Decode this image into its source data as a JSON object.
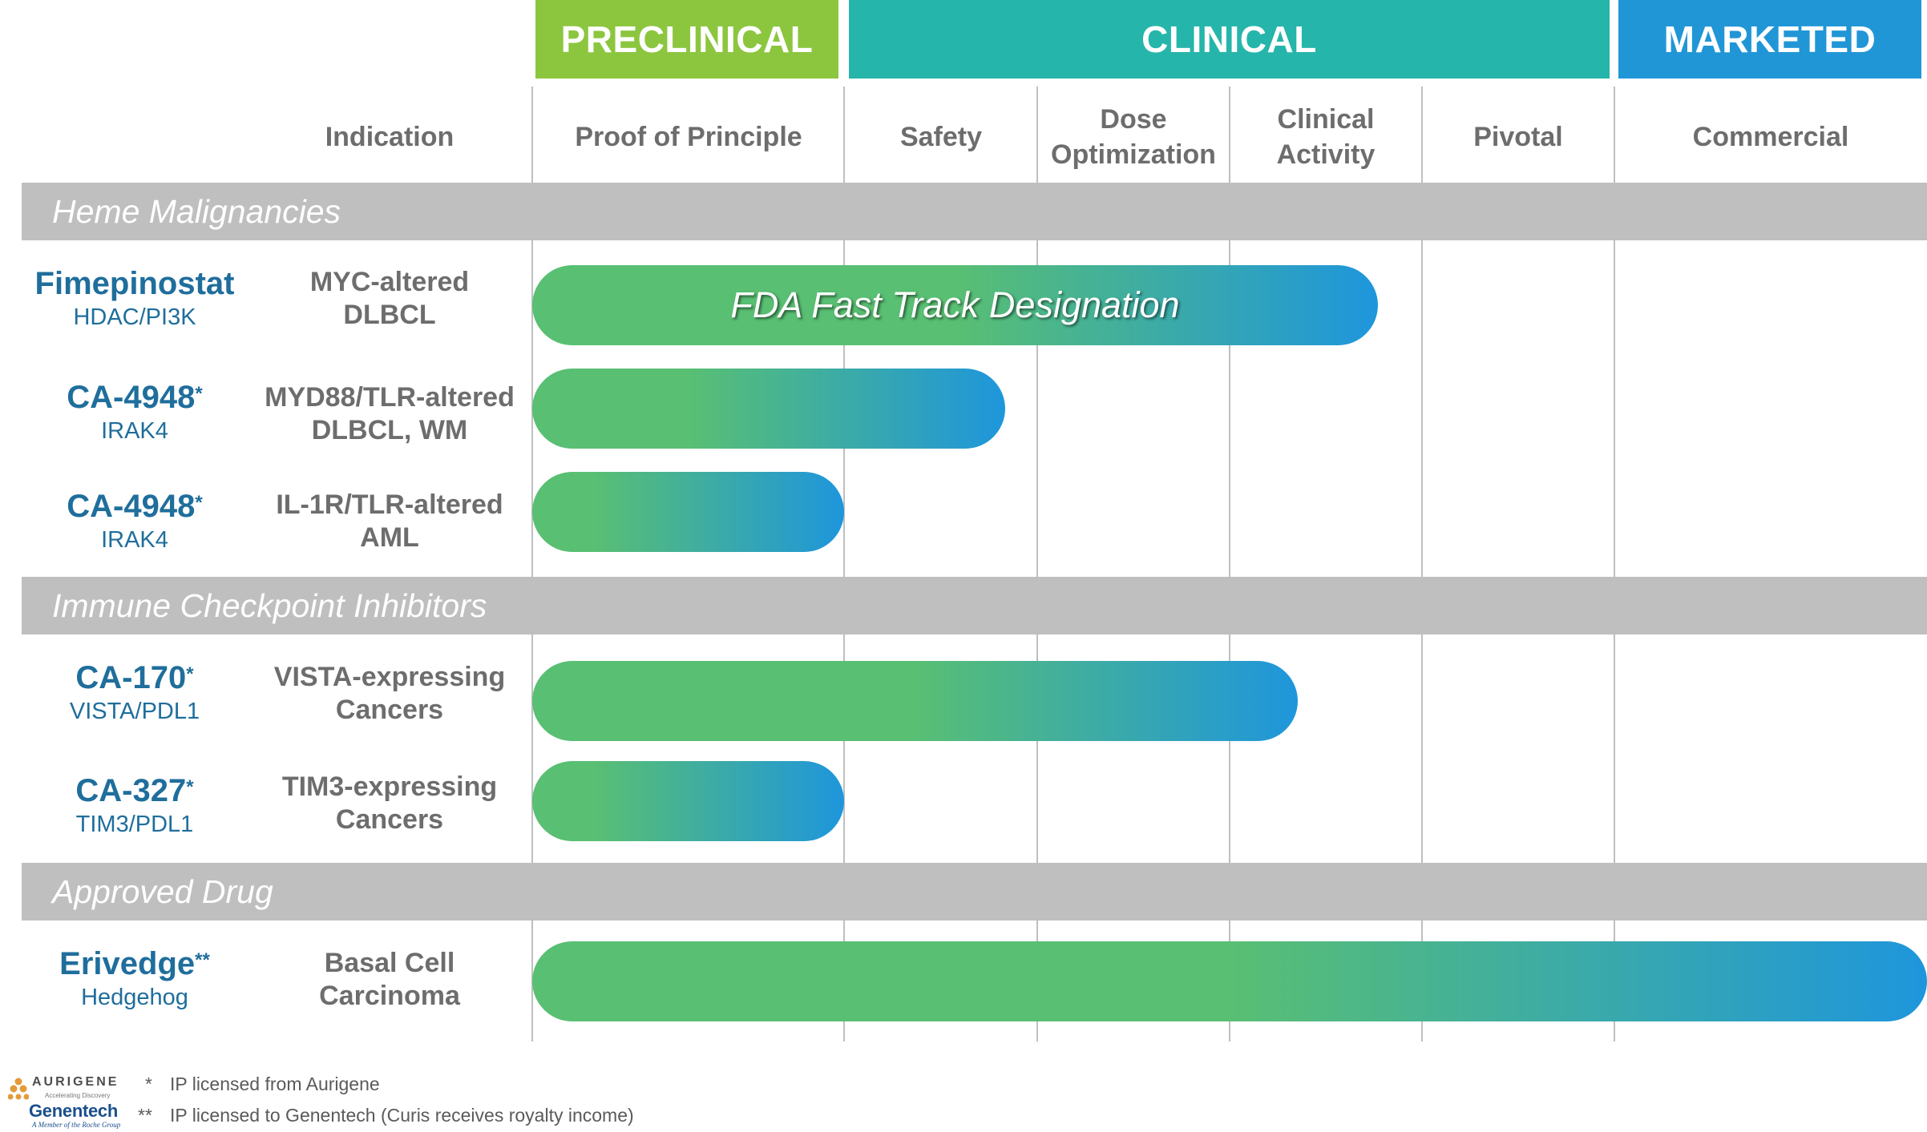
{
  "phases": {
    "preclinical": "PRECLINICAL",
    "clinical": "CLINICAL",
    "marketed": "MARKETED"
  },
  "columns": {
    "indication": "Indication",
    "proof_of_principle": "Proof of Principle",
    "safety": "Safety",
    "dose_optimization": "Dose Optimization",
    "clinical_activity": "Clinical Activity",
    "pivotal": "Pivotal",
    "commercial": "Commercial"
  },
  "categories": {
    "heme": "Heme Malignancies",
    "checkpoint": "Immune Checkpoint Inhibitors",
    "approved": "Approved Drug"
  },
  "rows": [
    {
      "name": "Fimepinostat",
      "sup": "",
      "target": "HDAC/PI3K",
      "indication_line1": "MYC-altered",
      "indication_line2": "DLBCL",
      "bar_label": "FDA Fast Track Designation"
    },
    {
      "name": "CA-4948",
      "sup": "*",
      "target": "IRAK4",
      "indication_line1": "MYD88/TLR-altered",
      "indication_line2": "DLBCL, WM",
      "bar_label": ""
    },
    {
      "name": "CA-4948",
      "sup": "*",
      "target": "IRAK4",
      "indication_line1": "IL-1R/TLR-altered",
      "indication_line2": "AML",
      "bar_label": ""
    },
    {
      "name": "CA-170",
      "sup": "*",
      "target": "VISTA/PDL1",
      "indication_line1": "VISTA-expressing",
      "indication_line2": "Cancers",
      "bar_label": ""
    },
    {
      "name": "CA-327",
      "sup": "*",
      "target": "TIM3/PDL1",
      "indication_line1": "TIM3-expressing",
      "indication_line2": "Cancers",
      "bar_label": ""
    },
    {
      "name": "Erivedge",
      "sup": "**",
      "target": "Hedgehog",
      "indication_line1": "Basal Cell",
      "indication_line2": "Carcinoma",
      "bar_label": ""
    }
  ],
  "footnotes": {
    "single_mark": "*",
    "single_text": "IP licensed from Aurigene",
    "double_mark": "**",
    "double_text": "IP licensed to Genentech (Curis receives royalty income)"
  },
  "logos": {
    "aurigene": "AURIGENE",
    "aurigene_tagline": "Accelerating Discovery",
    "genentech": "Genentech",
    "genentech_tagline": "A Member of the Roche Group"
  },
  "colors": {
    "preclinical": "#8cc63f",
    "clinical": "#26b5aa",
    "marketed": "#2196d6",
    "bar_start": "#59bf73",
    "bar_end": "#1e96dc",
    "drug_text": "#1f6e9c",
    "category_bar": "#bfbfbf"
  }
}
